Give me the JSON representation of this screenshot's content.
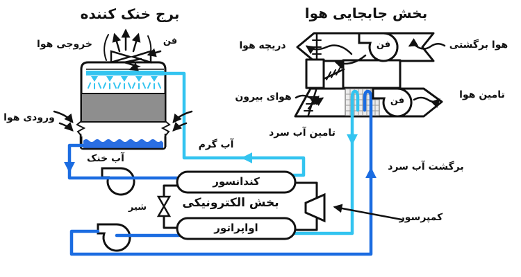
{
  "diagram": {
    "titles": {
      "cooling_tower": "برج خنک کننده",
      "air_handling": "بخش جابجایی هوا"
    },
    "labels": {
      "exhaust_air": "خروجی هوا",
      "fan": "فن",
      "inlet_air": "ورودی هوا",
      "cool_water": "آب خنک",
      "warm_water": "آب گرم",
      "air_damper": "دریچه هوا",
      "return_air": "هوا برگشتی",
      "outside_air": "هوای بیرون",
      "supply_air": "تامین هوا",
      "chilled_water_supply": "تامین آب سرد",
      "chilled_water_return": "برگشت آب سرد",
      "condenser": "کندانسور",
      "electronic_section": "بخش الکترونیکی",
      "valve": "شیر",
      "evaporator": "اواپراتور",
      "compressor": "کمپرسور"
    },
    "colors": {
      "warm_chilled_pipe_cyan": "#33c4f0",
      "cool_water_pipe_blue": "#1b6ce1",
      "basin_water": "#2a6ee2",
      "fill_media_gray": "#8e8e8e",
      "line_black": "#111111"
    }
  }
}
